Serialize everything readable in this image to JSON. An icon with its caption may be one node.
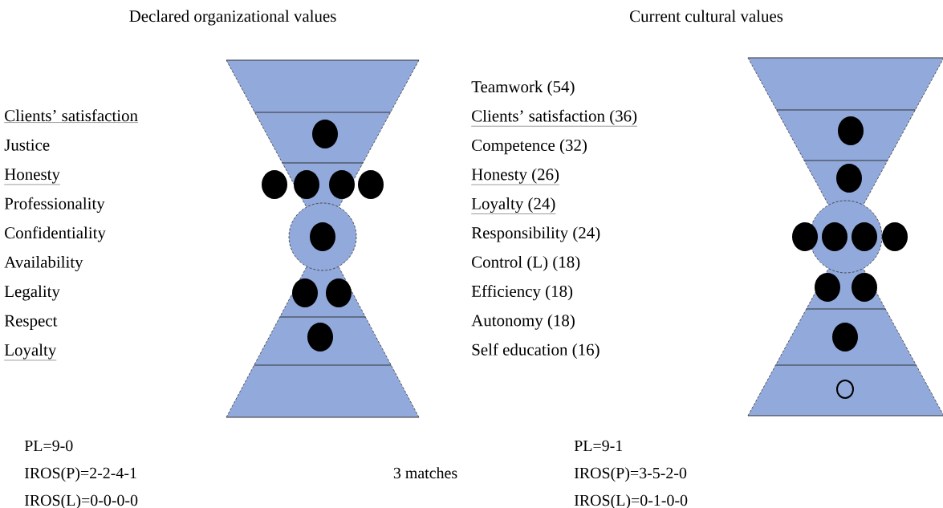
{
  "diagram": {
    "labels": [
      "Declared organizational values",
      "Current cultural values",
      "Clients’ satisfaction",
      "Justice",
      "Honesty",
      "Professionality",
      "Confidentiality",
      "Availability",
      "Legality",
      "Respect",
      "Loyalty",
      "Teamwork (54)",
      "Clients’ satisfaction (36)",
      "Competence (32)",
      "Honesty (26)",
      "Loyalty (24)",
      "Responsibility (24)",
      "Control (L) (18)",
      "Efficiency (18)",
      "Autonomy (18)",
      "Self education (16)",
      "PL=9-0",
      "PL=9-1",
      "IROS(P)=2-2-4-1",
      "3 matches",
      "IROS(P)=3-5-2-0",
      "IROS(L)=0-0-0-0",
      "IROS(L)=0-1-0-0"
    ]
  }
}
